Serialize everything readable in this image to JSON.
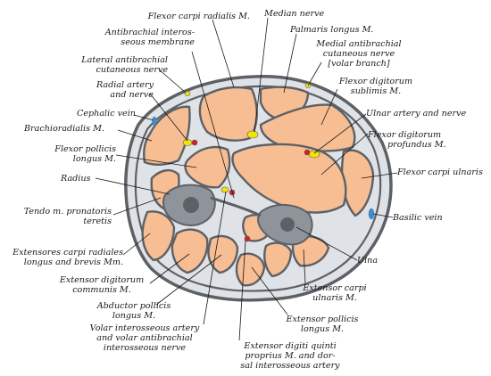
{
  "labels": {
    "flexor_carpi_radialis": "Flexor carpi radialis M.",
    "median_nerve": "Median nerve",
    "palmaris_longus": "Palmaris longus M.",
    "antibrachial_interosseous_membrane": [
      "Antibrachial interos-",
      "seous membrane"
    ],
    "medial_antibrachial_cutaneous_nerve": [
      "Medial antibrachial",
      "cutaneous nerve",
      "[volar branch]"
    ],
    "lateral_antibrachial_cutaneous_nerve": [
      "Lateral antibrachial",
      "cutaneous nerve"
    ],
    "flexor_digitorum_sublimis": [
      "Flexor digitorum",
      "sublimis M."
    ],
    "radial_artery_and_nerve": [
      "Radial artery",
      "and nerve"
    ],
    "ulnar_artery_and_nerve": "Ulnar artery and nerve",
    "cephalic_vein": "Cephalic vein",
    "brachioradialis": "Brachioradialis M.",
    "flexor_digitorum_profundus": [
      "Flexor digitorum",
      "profundus M."
    ],
    "flexor_pollicis_longus": [
      "Flexor pollicis",
      "longus M."
    ],
    "flexor_carpi_ulnaris": "Flexor carpi ulnaris",
    "radius": "Radius",
    "tendo_pronatoris_teretis": [
      "Tendo m. pronatoris",
      "teretis"
    ],
    "basilic_vein": "Basilic vein",
    "extensores_carpi_radiales": [
      "Extensores carpi radiales",
      "longus and brevis Mm."
    ],
    "ulna": "Ulna",
    "extensor_digitorum_communis": [
      "Extensor digitorum",
      "communis M."
    ],
    "extensor_carpi_ulnaris": [
      "Extensor carpi",
      "ulnaris M."
    ],
    "abductor_pollicis_longus": [
      "Abductor pollicis",
      "longus M."
    ],
    "extensor_pollicis_longus": [
      "Extensor pollicis",
      "longus M."
    ],
    "volar_interosseous_artery": [
      "Volar interosseous artery",
      "and volar antibrachial",
      "interosseous nerve"
    ],
    "extensor_digiti_quinti": [
      "Extensor digiti quinti",
      "proprius M. and dor-",
      "sal interosseous artery"
    ]
  },
  "colors": {
    "muscle": "#f7bd93",
    "septum": "#5d6166",
    "subcutaneous": "#dfe2e6",
    "skin": "#5d6166",
    "bone": "#8e949a",
    "bone_center": "#5c6166",
    "artery": "#d61f1f",
    "nerve": "#f2e600",
    "vein": "#3b8fd8"
  }
}
